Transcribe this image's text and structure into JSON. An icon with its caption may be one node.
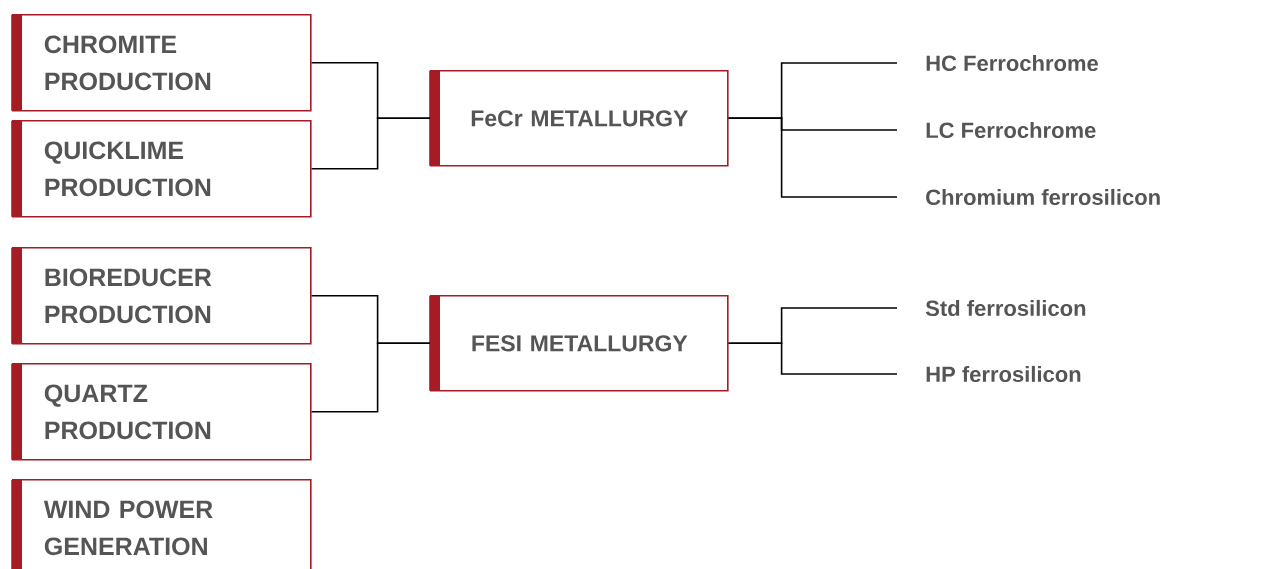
{
  "diagram": {
    "nodes": [
      {
        "text": [
          "CHROMITE PRODUCTION"
        ]
      },
      {
        "text": [
          "QUICKLIME PRODUCTION"
        ]
      },
      {
        "text": [
          "BIOREDUCER PRODUCTION"
        ]
      },
      {
        "text": [
          "QUARTZ PRODUCTION"
        ]
      },
      {
        "text": [
          "WIND POWER GENERATION"
        ]
      },
      {
        "text": [
          "FeCr METALLURGY"
        ]
      },
      {
        "text": [
          "FESI METALLURGY"
        ]
      },
      {
        "text": [
          "HC Ferrochrome"
        ]
      },
      {
        "text": [
          "LC Ferrochrome"
        ]
      },
      {
        "text": [
          "Chromium ferrosilicon"
        ]
      },
      {
        "text": [
          "Std ferrosilicon"
        ]
      },
      {
        "text": [
          "HP ferrosilicon"
        ]
      }
    ],
    "edges": [
      {
        "from": 0,
        "to": 5,
        "arrow": "none"
      },
      {
        "from": 1,
        "to": 5,
        "arrow": "none"
      },
      {
        "from": 2,
        "to": 6,
        "arrow": "none"
      },
      {
        "from": 3,
        "to": 6,
        "arrow": "none"
      },
      {
        "from": 5,
        "to": 7,
        "arrow": "none"
      },
      {
        "from": 5,
        "to": 8,
        "arrow": "none"
      },
      {
        "from": 5,
        "to": 9,
        "arrow": "none"
      },
      {
        "from": 6,
        "to": 10,
        "arrow": "none"
      },
      {
        "from": 6,
        "to": 11,
        "arrow": "none"
      }
    ]
  }
}
